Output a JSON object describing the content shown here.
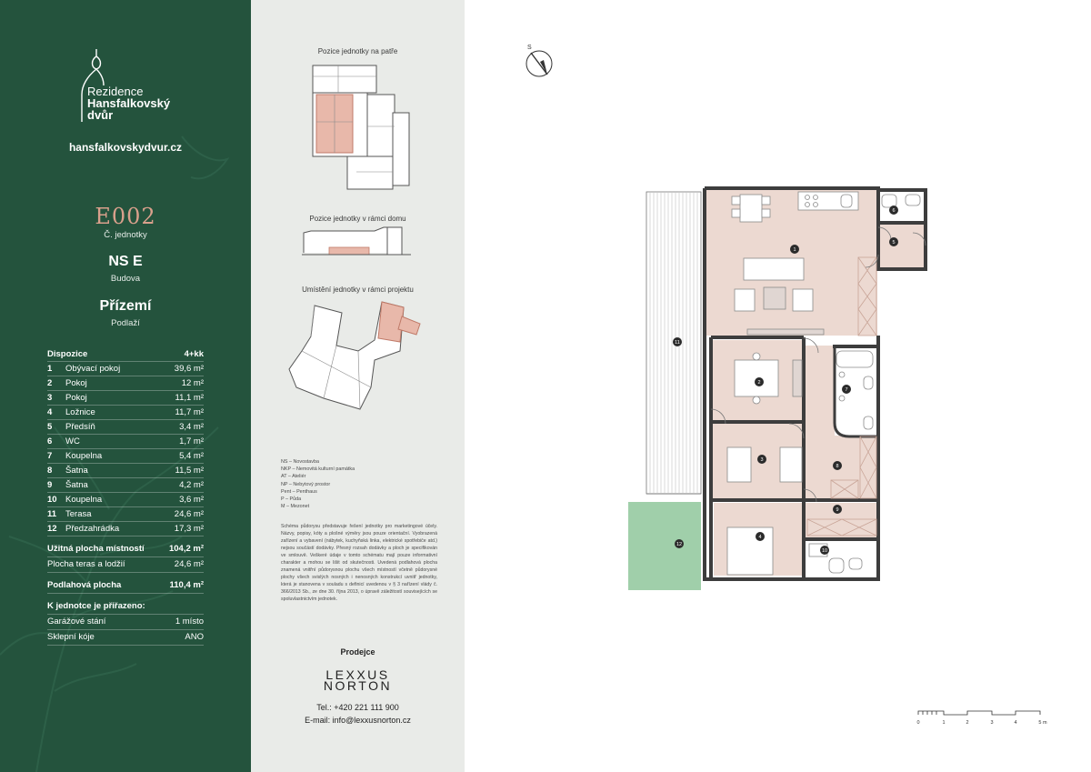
{
  "brand": {
    "line1": "Rezidence",
    "line2": "Hansfalkovský",
    "line3": "dvůr"
  },
  "website": "hansfalkovskydvur.cz",
  "unit": {
    "code": "E002",
    "code_label": "Č. jednotky"
  },
  "building": {
    "code": "NS E",
    "label": "Budova"
  },
  "floor": {
    "name": "Přízemí",
    "label": "Podlaží"
  },
  "layout": {
    "title": "Dispozice",
    "value": "4+kk"
  },
  "rooms": [
    {
      "num": "1",
      "name": "Obývací pokoj",
      "area": "39,6 m²"
    },
    {
      "num": "2",
      "name": "Pokoj",
      "area": "12 m²"
    },
    {
      "num": "3",
      "name": "Pokoj",
      "area": "11,1 m²"
    },
    {
      "num": "4",
      "name": "Ložnice",
      "area": "11,7 m²"
    },
    {
      "num": "5",
      "name": "Předsíň",
      "area": "3,4 m²"
    },
    {
      "num": "6",
      "name": "WC",
      "area": "1,7 m²"
    },
    {
      "num": "7",
      "name": "Koupelna",
      "area": "5,4 m²"
    },
    {
      "num": "8",
      "name": "Šatna",
      "area": "11,5 m²"
    },
    {
      "num": "9",
      "name": "Šatna",
      "area": "4,2 m²"
    },
    {
      "num": "10",
      "name": "Koupelna",
      "area": "3,6 m²"
    },
    {
      "num": "11",
      "name": "Terasa",
      "area": "24,6 m²"
    },
    {
      "num": "12",
      "name": "Předzahrádka",
      "area": "17,3 m²"
    }
  ],
  "summary": {
    "usable_label": "Užitná plocha místností",
    "usable_value": "104,2 m²",
    "terrace_label": "Plocha teras a lodžií",
    "terrace_value": "24,6 m²",
    "floor_label": "Podlahová plocha",
    "floor_value": "110,4 m²",
    "assigned_title": "K jednotce je přiřazeno:",
    "garage_label": "Garážové stání",
    "garage_value": "1 místo",
    "cellar_label": "Sklepní kóje",
    "cellar_value": "ANO"
  },
  "mid": {
    "pos_floor": "Pozice jednotky na patře",
    "pos_house": "Pozice jednotky v rámci domu",
    "pos_project": "Umístění jednotky v rámci projektu",
    "legend": [
      "NS – Novostavba",
      "NKP – Nemovitá kulturní památka",
      "AT – Ateliér",
      "NP – Nebytový prostor",
      "Pent – Penthaus",
      "P – Půda",
      "M – Mezonet"
    ],
    "note": "Schéma půdorysu představuje řešení jednotky pro marketingové účely. Názvy, popisy, kóty a plošné výměry jsou pouze orientační. Vyobrazená zařízení a vybavení (nábytek, kuchyňská linka, elektrické spotřebiče atd.) nejsou součástí dodávky. Přesný rozsah dodávky a ploch je specifikován ve smlouvě. Veškeré údaje v tomto schématu mají pouze informativní charakter a mohou se lišit od skutečnosti. Uvedená podlahová plocha znamená vnitřní půdorysnou plochu všech místností včetně půdorysné plochy všech svislých nosných i nenosných konstrukcí uvnitř jednotky, která je stanovena v souladu s definicí uvedenou v § 3 nařízení vlády č. 366/2013 Sb., ze dne 30. října 2013, o úpravě záležitostí souvisejících se spoluvlastnictvím jednotek.",
    "seller_title": "Prodejce",
    "seller_line1": "LEXXUS",
    "seller_line2": "NORTON",
    "phone": "Tel.: +420 221 111 900",
    "email": "E-mail: info@lexxusnorton.cz"
  },
  "plan": {
    "north_label": "S",
    "labels": [
      "1",
      "2",
      "3",
      "4",
      "5",
      "6",
      "7",
      "8",
      "9",
      "10",
      "11",
      "12"
    ],
    "scale": [
      "0",
      "1",
      "2",
      "3",
      "4",
      "5 m"
    ]
  },
  "colors": {
    "green": "#24533d",
    "accent": "#d9a08c",
    "grey": "#e9ebe8",
    "garden": "#8fc79b",
    "wall": "#3d3d3d",
    "floor": "#ecd9d1"
  }
}
